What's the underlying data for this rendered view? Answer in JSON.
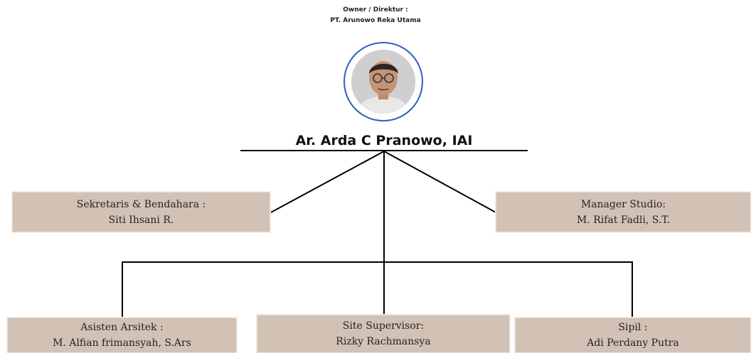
{
  "header": {
    "line1": "Owner / Direktur :",
    "line2": "PT. Arunowo Reka Utama"
  },
  "owner": {
    "name": "Ar. Arda C Pranowo, IAI"
  },
  "boxes": [
    {
      "role": "Sekretaris & Bendahara :",
      "person": "Siti Ihsani R."
    },
    {
      "role": "Manager Studio:",
      "person": "M. Rifat Fadli, S.T."
    },
    {
      "role": "Asisten Arsitek :",
      "person": "M. Alfian frimansyah, S.Ars"
    },
    {
      "role": "Site Supervisor:",
      "person": "Rizky Rachmansya"
    },
    {
      "role": "Sipil :",
      "person": "Adi Perdany Putra"
    }
  ],
  "colors": {
    "box_fill": "#d2c2b5",
    "photo_ring": "#2f5fbf",
    "connector": "#000000"
  }
}
